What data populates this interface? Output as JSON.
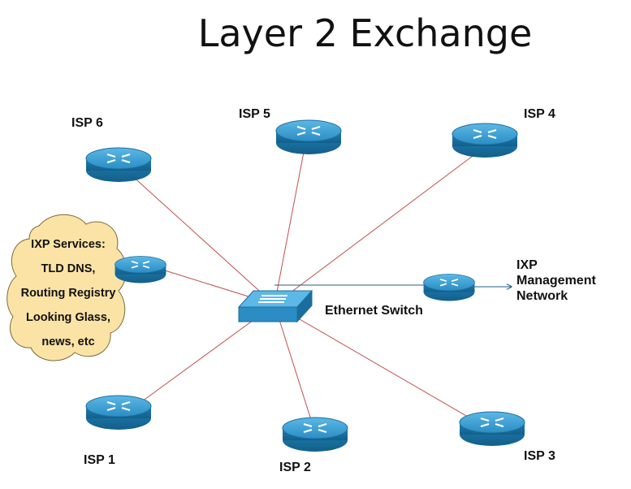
{
  "title": "Layer 2 Exchange",
  "nodes": {
    "isp1": "ISP 1",
    "isp2": "ISP 2",
    "isp3": "ISP 3",
    "isp4": "ISP 4",
    "isp5": "ISP 5",
    "isp6": "ISP 6",
    "switch": "Ethernet Switch",
    "mgmt": [
      "IXP",
      "Management",
      "Network"
    ]
  },
  "services": [
    "IXP Services:",
    "TLD DNS,",
    "Routing Registry",
    "Looking Glass,",
    "news, etc"
  ],
  "colors": {
    "router": "#2a8bc0",
    "link": "#c0504d",
    "mgmt_link": "#1f5f8b",
    "cloud": "#fbe3a6"
  }
}
